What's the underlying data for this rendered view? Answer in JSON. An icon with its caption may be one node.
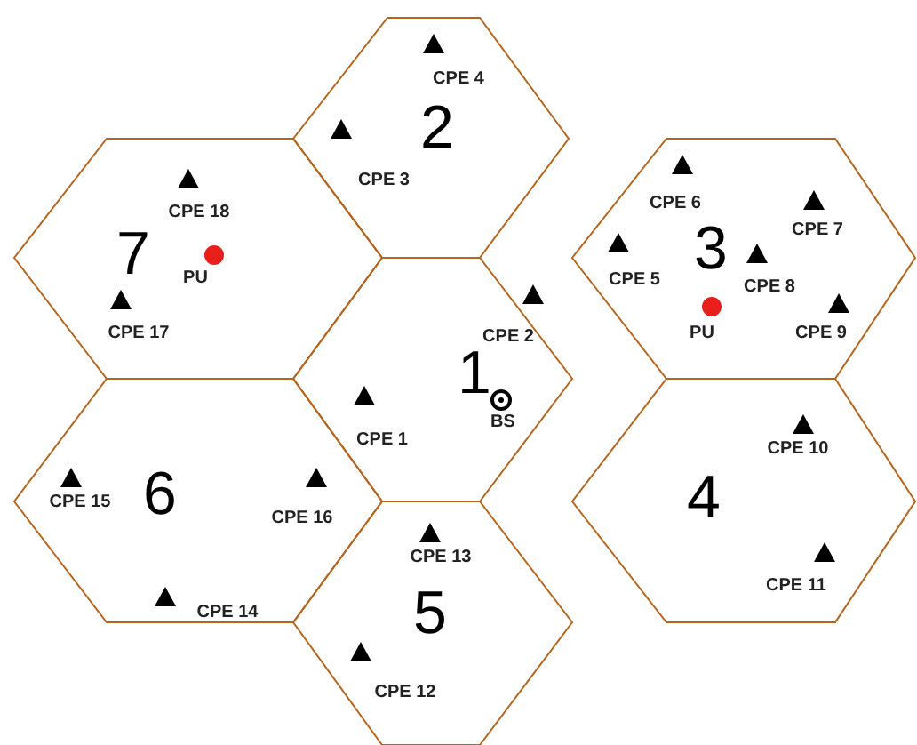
{
  "diagram": {
    "nodes": [
      {
        "text": [
          "2"
        ]
      },
      {
        "text": [
          "CPE 4"
        ],
        "in": 0
      },
      {
        "text": [
          "CPE 3"
        ],
        "in": 0
      },
      {
        "text": [
          "7"
        ]
      },
      {
        "text": [
          "CPE 18"
        ],
        "in": 3
      },
      {
        "text": [
          "PU"
        ],
        "in": 3
      },
      {
        "text": [
          "CPE 17"
        ],
        "in": 3
      },
      {
        "text": [
          "3"
        ]
      },
      {
        "text": [
          "CPE 6"
        ],
        "in": 7
      },
      {
        "text": [
          "CPE 7"
        ],
        "in": 7
      },
      {
        "text": [
          "CPE 5"
        ],
        "in": 7
      },
      {
        "text": [
          "CPE 8"
        ],
        "in": 7
      },
      {
        "text": [
          "PU"
        ],
        "in": 7
      },
      {
        "text": [
          "CPE 9"
        ],
        "in": 7
      },
      {
        "text": [
          "1"
        ]
      },
      {
        "text": [
          "CPE 2"
        ],
        "in": 14
      },
      {
        "text": [
          "CPE 1"
        ],
        "in": 14
      },
      {
        "text": [
          "BS"
        ],
        "in": 14
      },
      {
        "text": [
          "6"
        ]
      },
      {
        "text": [
          "CPE 15"
        ],
        "in": 18
      },
      {
        "text": [
          "CPE 16"
        ],
        "in": 18
      },
      {
        "text": [
          "CPE 14"
        ],
        "in": 18
      },
      {
        "text": [
          "4"
        ]
      },
      {
        "text": [
          "CPE 10"
        ],
        "in": 22
      },
      {
        "text": [
          "CPE 11"
        ],
        "in": 22
      },
      {
        "text": [
          "5"
        ]
      },
      {
        "text": [
          "CPE 13"
        ],
        "in": 25
      },
      {
        "text": [
          "CPE 12"
        ],
        "in": 25
      }
    ]
  }
}
